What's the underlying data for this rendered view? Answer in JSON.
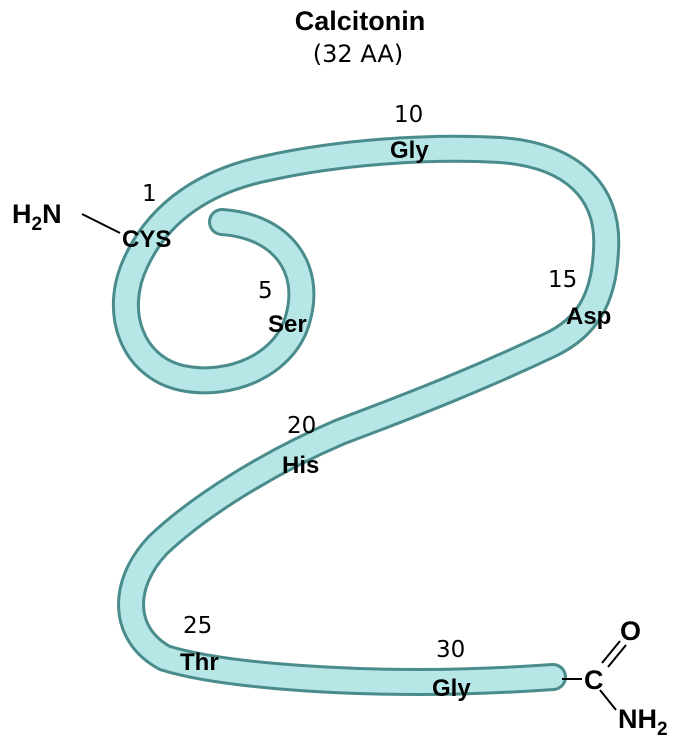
{
  "title": "Calcitonin",
  "subtitle": "(32 AA)",
  "colors": {
    "chain_fill": "#b6e6e6",
    "chain_outline": "#4a8c8c",
    "text": "#000000"
  },
  "n_terminus": {
    "main": "H",
    "sub": "2",
    "rest": "N"
  },
  "c_terminus": {
    "carbon": "C",
    "oxygen": "O",
    "amide_main": "NH",
    "amide_sub": "2"
  },
  "residues": [
    {
      "number": "1",
      "name": "CYS"
    },
    {
      "number": "5",
      "name": "Ser"
    },
    {
      "number": "10",
      "name": "Gly"
    },
    {
      "number": "15",
      "name": "Asp"
    },
    {
      "number": "20",
      "name": "His"
    },
    {
      "number": "25",
      "name": "Thr"
    },
    {
      "number": "30",
      "name": "Gly"
    }
  ]
}
